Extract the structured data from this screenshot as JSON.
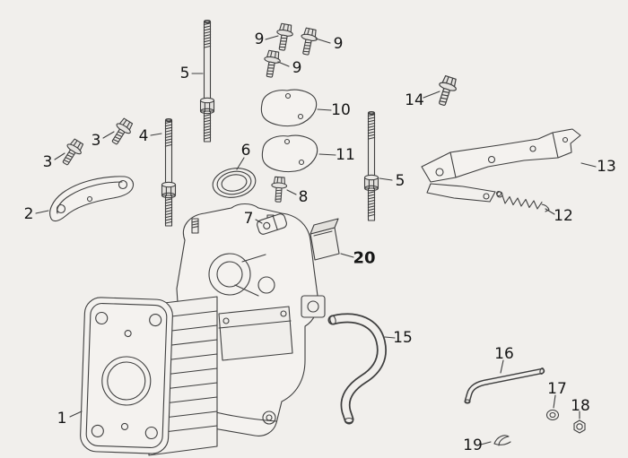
{
  "diagram": {
    "colors": {
      "background": "#f1efec",
      "line": "#3f3f3f",
      "label": "#161616"
    },
    "labels": [
      {
        "ref": "9a",
        "text": "9"
      },
      {
        "ref": "9b",
        "text": "9"
      },
      {
        "ref": "5a",
        "text": "5"
      },
      {
        "ref": "9c",
        "text": "9"
      },
      {
        "ref": "14",
        "text": "14"
      },
      {
        "ref": "10",
        "text": "10"
      },
      {
        "ref": "3a",
        "text": "3"
      },
      {
        "ref": "4",
        "text": "4"
      },
      {
        "ref": "3b",
        "text": "3"
      },
      {
        "ref": "6",
        "text": "6"
      },
      {
        "ref": "11",
        "text": "11"
      },
      {
        "ref": "5b",
        "text": "5"
      },
      {
        "ref": "13",
        "text": "13"
      },
      {
        "ref": "8",
        "text": "8"
      },
      {
        "ref": "2",
        "text": "2"
      },
      {
        "ref": "12",
        "text": "12"
      },
      {
        "ref": "7",
        "text": "7"
      },
      {
        "ref": "20",
        "text": "20"
      },
      {
        "ref": "15",
        "text": "15"
      },
      {
        "ref": "16",
        "text": "16"
      },
      {
        "ref": "1",
        "text": "1"
      },
      {
        "ref": "17",
        "text": "17"
      },
      {
        "ref": "18",
        "text": "18"
      },
      {
        "ref": "19",
        "text": "19"
      }
    ]
  }
}
